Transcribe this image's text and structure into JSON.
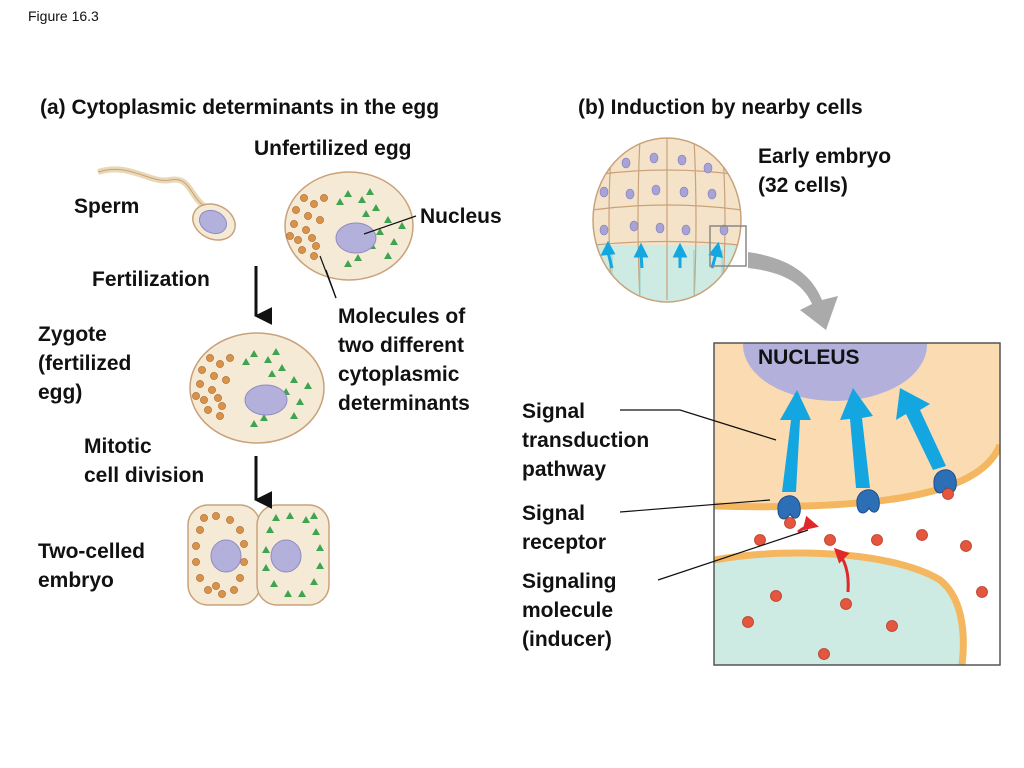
{
  "figure_label": "Figure 16.3",
  "panel_a": {
    "heading": "(a) Cytoplasmic determinants in the egg",
    "unfertilized_egg": "Unfertilized egg",
    "sperm": "Sperm",
    "nucleus": "Nucleus",
    "fertilization": "Fertilization",
    "zygote": "Zygote\n(fertilized\negg)",
    "molecules": "Molecules of\ntwo different\ncytoplasmic\ndeterminants",
    "mitotic": "Mitotic\ncell division",
    "two_celled": "Two-celled\nembryo"
  },
  "panel_b": {
    "heading": "(b) Induction by nearby cells",
    "early_embryo": "Early embryo\n(32 cells)",
    "nucleus_caps": "NUCLEUS",
    "signal_transduction": "Signal\ntransduction\npathway",
    "signal_receptor": "Signal\nreceptor",
    "signaling_molecule": "Signaling\nmolecule\n(inducer)"
  },
  "colors": {
    "cytoplasm": "#f5ead6",
    "cell_outline": "#c9a27a",
    "nucleus": "#b3b0dc",
    "brown_dots": "#d9924a",
    "green_triangles": "#3fa44f",
    "arrow_blue": "#14a6e0",
    "inducer_red": "#e4573e",
    "receptor_blue": "#2c6fb6",
    "membrane_orange": "#f4b760",
    "cell_peach": "#fbdcb2",
    "cell_aqua": "#cdeae3"
  }
}
